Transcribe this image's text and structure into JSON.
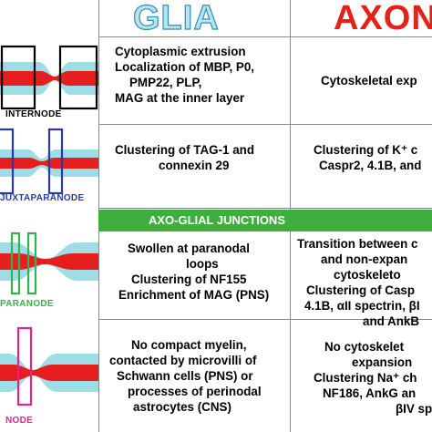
{
  "header": {
    "glia": "GLIA",
    "axon": "AXON"
  },
  "junction_banner": "AXO-GLIAL JUNCTIONS",
  "rows": [
    {
      "label": "INTERNODE",
      "glia": [
        "Cytoplasmic extrusion",
        "Localization of MBP, P0,",
        "PMP22, PLP,",
        "MAG at the inner layer"
      ],
      "axon": [
        "Cytoskeletal exp"
      ]
    },
    {
      "label": "JUXTAPARANODE",
      "glia": [
        "Clustering of TAG-1 and",
        "connexin 29"
      ],
      "axon": [
        "Clustering of K⁺ c",
        "Caspr2, 4.1B, and"
      ]
    },
    {
      "label": "PARANODE",
      "glia": [
        "Swollen at paranodal",
        "loops",
        "Clustering of NF155",
        "Enrichment of MAG (PNS)"
      ],
      "axon": [
        "Transition between c",
        "and non-expan",
        "cytoskeleto",
        "Clustering of Casp",
        "4.1B, αII spectrin, βI",
        "and AnkB"
      ]
    },
    {
      "label": "NODE",
      "glia": [
        "No compact myelin,",
        "contacted by microvilli of",
        "Schwann cells (PNS) or",
        "processes of perinodal",
        "astrocytes (CNS)"
      ],
      "axon": [
        "No cytoskelet",
        "expansion",
        "Clustering Na⁺ ch",
        "NF186, AnkG an",
        "βIV spectrin"
      ]
    }
  ],
  "colors": {
    "glia_title_fill": "#b8e4ee",
    "glia_title_stroke": "#2f8fb5",
    "axon_title": "#e2231a",
    "banner": "#3fae3f",
    "axon_fill": "#e61e1e",
    "sheath_fill": "#9fdde6",
    "internode_box": "#000000",
    "juxtaparanode_box": "#2b3aa8",
    "paranode_box": "#36b24a",
    "node_box": "#e0248c"
  }
}
